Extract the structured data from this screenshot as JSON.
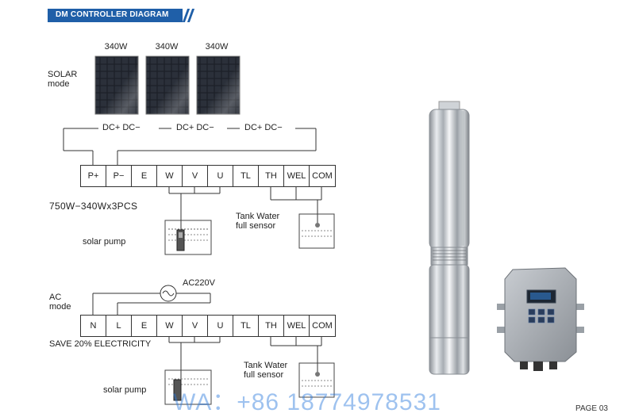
{
  "header": {
    "title": "DM CONTROLLER DIAGRAM"
  },
  "solar": {
    "mode_label": "SOLAR\nmode",
    "panels": [
      {
        "watt": "340W"
      },
      {
        "watt": "340W"
      },
      {
        "watt": "340W"
      }
    ],
    "dc_labels": [
      "DC+ DC−",
      "DC+ DC−",
      "DC+ DC−"
    ],
    "terminals": [
      "P+",
      "P−",
      "E",
      "W",
      "V",
      "U",
      "TL",
      "TH",
      "WEL",
      "COM"
    ],
    "config_text": "750W−340Wx3PCS",
    "pump_label": "solar pump",
    "sensor_label_line1": "Tank Water",
    "sensor_label_line2": "full sensor"
  },
  "ac": {
    "mode_label": "AC\nmode",
    "supply_label": "AC220V",
    "terminals": [
      "N",
      "L",
      "E",
      "W",
      "V",
      "U",
      "TL",
      "TH",
      "WEL",
      "COM"
    ],
    "saving_text": "SAVE 20% ELECTRICITY",
    "pump_label": "solar pump",
    "sensor_label_line1": "Tank Water",
    "sensor_label_line2": "full sensor"
  },
  "watermark": "WA：+86 18774978531",
  "page": "PAGE 03"
}
